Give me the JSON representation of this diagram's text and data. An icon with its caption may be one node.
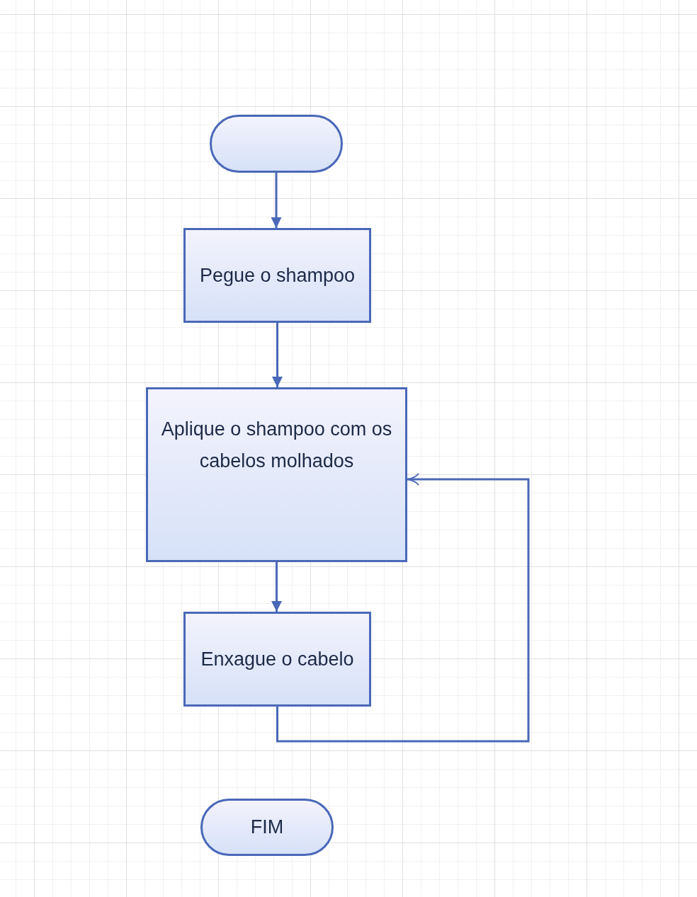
{
  "diagram": {
    "nodes": [
      {
        "text": [],
        "shape": "pill"
      },
      {
        "text": [
          "Pegue o shampoo"
        ]
      },
      {
        "text": [
          "Aplique o shampoo com os cabelos molhados"
        ]
      },
      {
        "text": [
          "Enxague o cabelo"
        ]
      },
      {
        "text": [
          "FIM"
        ]
      }
    ],
    "edges": [
      {
        "from": 0,
        "to": 1,
        "arrow": "to"
      },
      {
        "from": 1,
        "to": 2,
        "arrow": "to"
      },
      {
        "from": 2,
        "to": 3,
        "arrow": "to"
      },
      {
        "from": 3,
        "to": 2,
        "arrow": "to"
      }
    ]
  }
}
